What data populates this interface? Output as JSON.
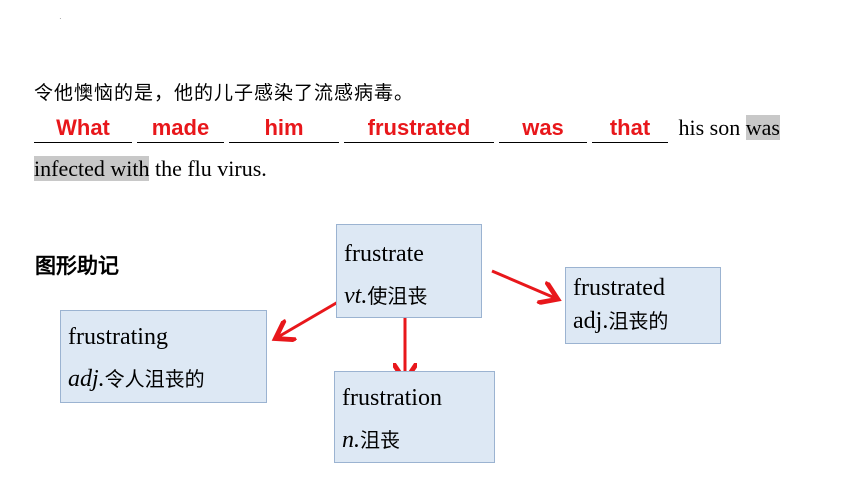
{
  "sentence": {
    "chinese": "令他懊恼的是，他的儿子感染了流感病毒。",
    "blanks": [
      "What",
      "made",
      "him",
      "frustrated",
      "was",
      "that"
    ],
    "after_blanks": " his son ",
    "highlight_1": "was",
    "highlight_2": "infected with",
    "rest": " the flu virus."
  },
  "mnemonic_title": "图形助记",
  "boxes": {
    "root": {
      "word": "frustrate",
      "pos": "vt.",
      "meaning": "使沮丧"
    },
    "right": {
      "word": "frustrated",
      "pos": "adj.",
      "meaning": "沮丧的"
    },
    "left": {
      "word": "frustrating",
      "pos": "adj.",
      "meaning": "令人沮丧的"
    },
    "bottom": {
      "word": "frustration",
      "pos": "n.",
      "meaning": "沮丧"
    }
  },
  "colors": {
    "answer_red": "#e8171b",
    "box_fill": "#dde8f4",
    "box_border": "#9bb3d1",
    "highlight_gray": "#c8c8c8"
  }
}
